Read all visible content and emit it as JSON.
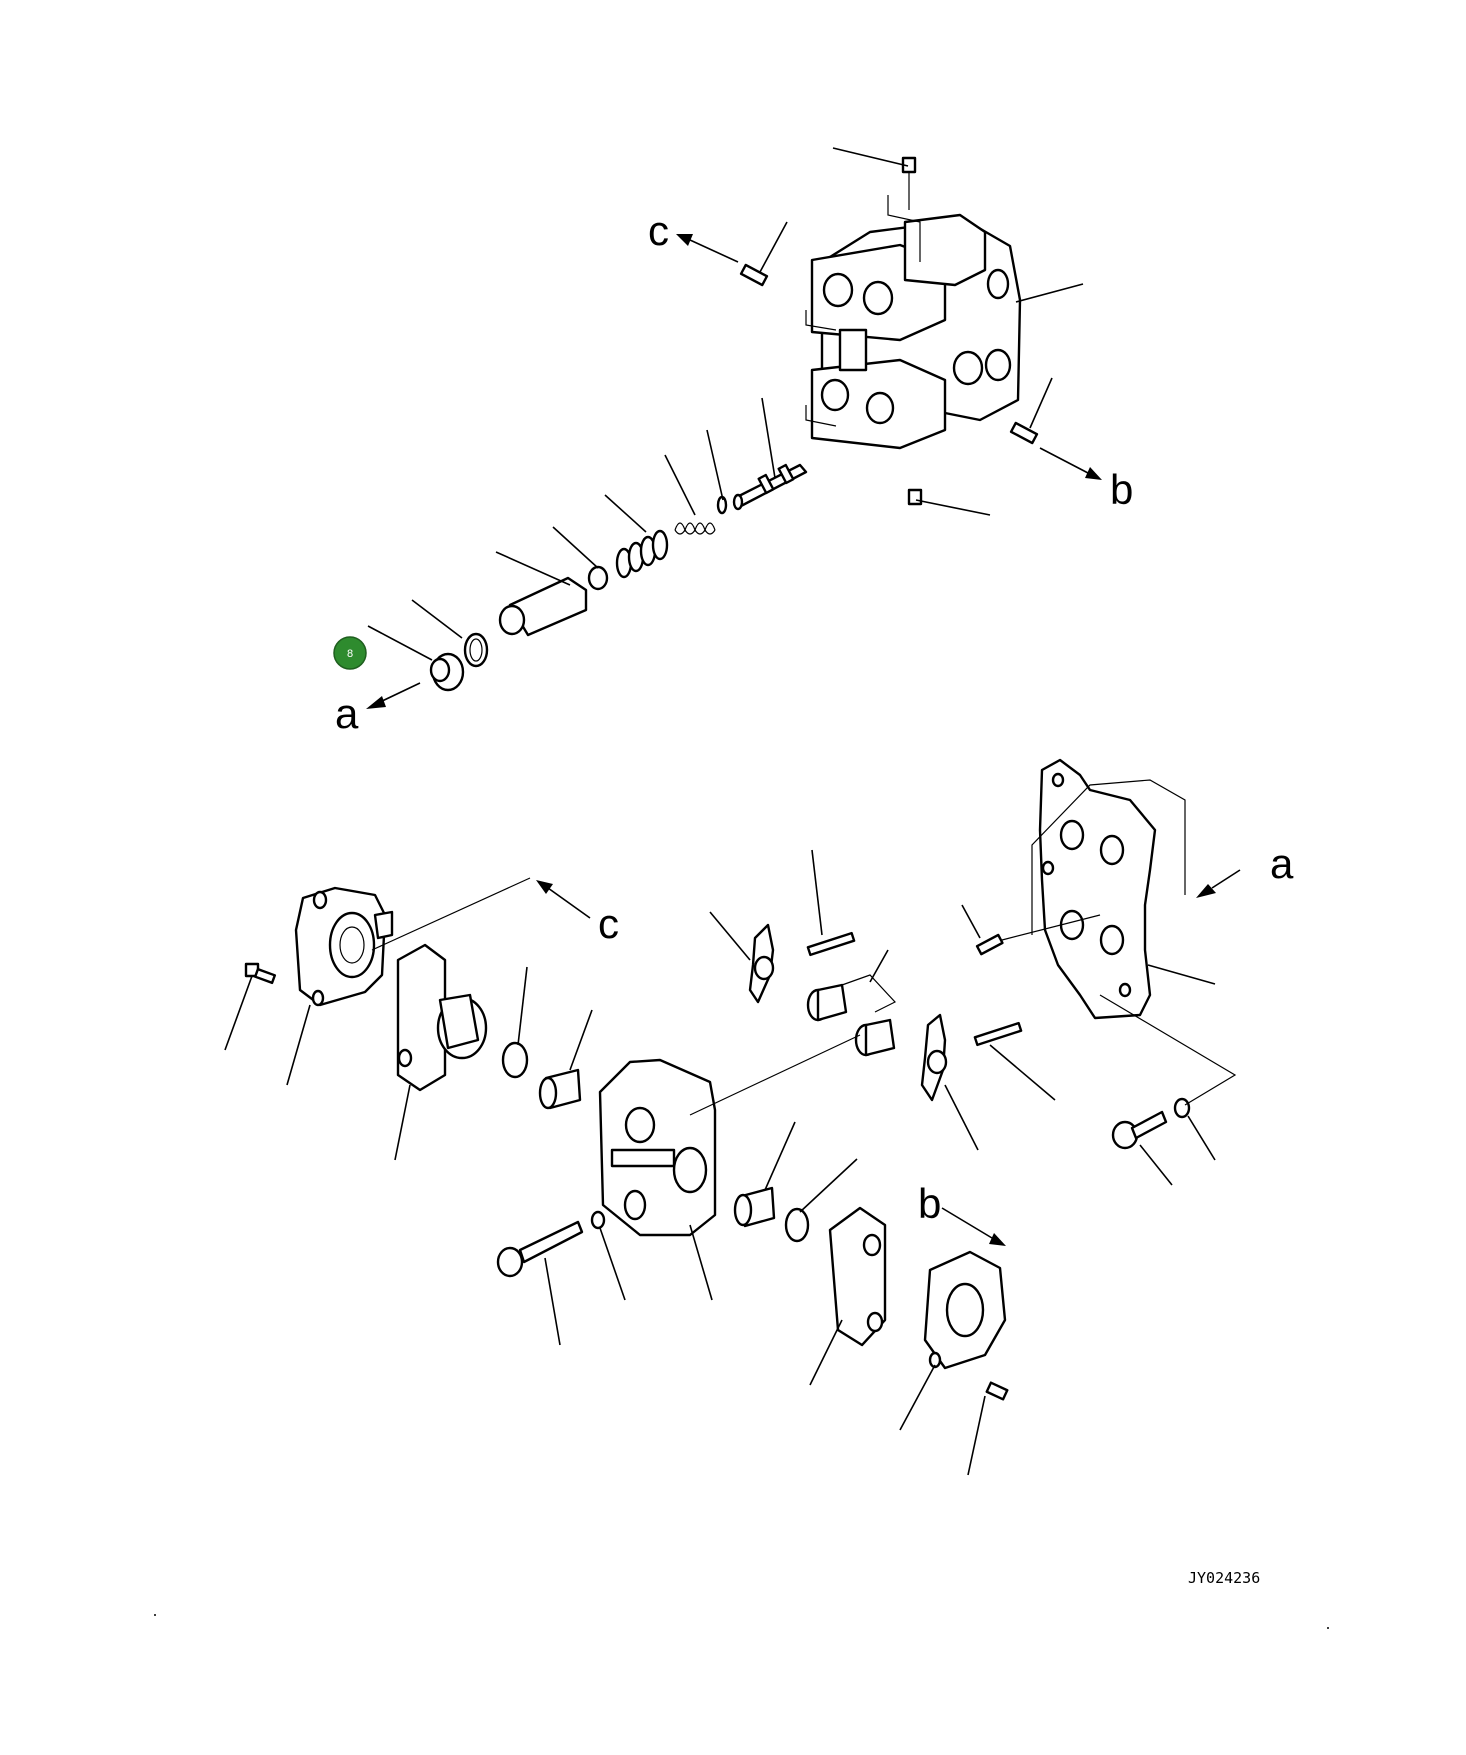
{
  "callouts": {
    "a_top": "a",
    "b_top": "b",
    "c_top": "c",
    "a_bottom": "a",
    "b_bottom": "b",
    "c_bottom": "c"
  },
  "hotspot": {
    "number": "8",
    "color": "#2e8b2e"
  },
  "drawing_code": "JY024236"
}
